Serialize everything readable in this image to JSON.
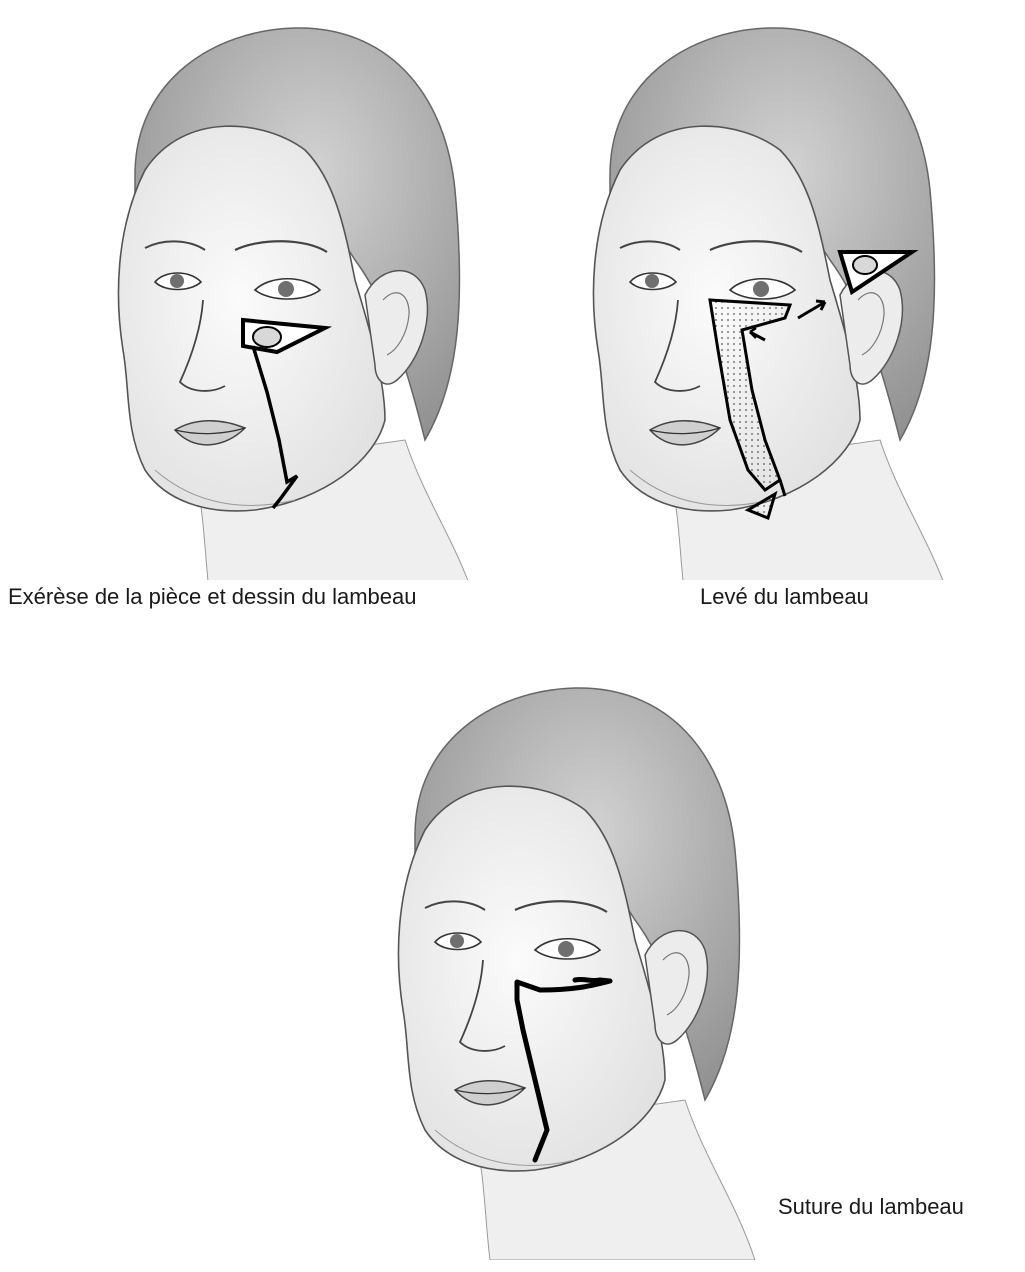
{
  "figure": {
    "panels": [
      {
        "id": "excision",
        "caption": "Exérèse de la pièce et dessin du lambeau"
      },
      {
        "id": "raised",
        "caption": "Levé du lambeau"
      },
      {
        "id": "sutured",
        "caption": "Suture du lambeau"
      }
    ]
  },
  "colors": {
    "skin": "#f3f3f3",
    "hair": "#bcbcbc",
    "line": "#2a2a2a",
    "flap_mark": "#000000"
  }
}
